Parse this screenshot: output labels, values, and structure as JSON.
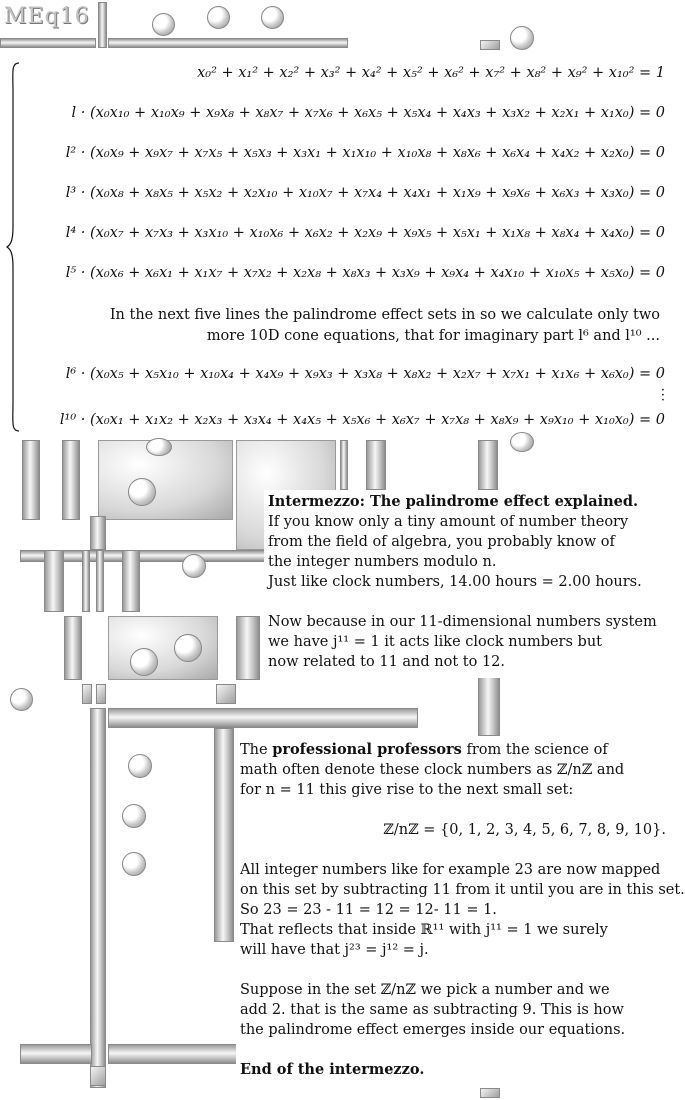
{
  "header": {
    "logo": "MEq16"
  },
  "equations": [
    {
      "prefix": "",
      "body": "x₀² + x₁² + x₂² + x₃² + x₄² + x₅² + x₆² + x₇² + x₈² + x₉² + x₁₀² = 1"
    },
    {
      "prefix": "l ·",
      "body": "(x₀x₁₀ + x₁₀x₉ + x₉x₈ + x₈x₇ + x₇x₆ + x₆x₅ + x₅x₄ + x₄x₃ + x₃x₂ + x₂x₁ + x₁x₀) = 0"
    },
    {
      "prefix": "l² ·",
      "body": "(x₀x₉ + x₉x₇ + x₇x₅ + x₅x₃ + x₃x₁ + x₁x₁₀ + x₁₀x₈ + x₈x₆ + x₆x₄ + x₄x₂ + x₂x₀) = 0"
    },
    {
      "prefix": "l³ ·",
      "body": "(x₀x₈ + x₈x₅ + x₅x₂ + x₂x₁₀ + x₁₀x₇ + x₇x₄ + x₄x₁ + x₁x₉ + x₉x₆ + x₆x₃ + x₃x₀) = 0"
    },
    {
      "prefix": "l⁴ ·",
      "body": "(x₀x₇ + x₇x₃ + x₃x₁₀ + x₁₀x₆ + x₆x₂ + x₂x₉ + x₉x₅ + x₅x₁ + x₁x₈ + x₈x₄ + x₄x₀) = 0"
    },
    {
      "prefix": "l⁵ ·",
      "body": "(x₀x₆ + x₆x₁ + x₁x₇ + x₇x₂ + x₂x₈ + x₈x₃ + x₃x₉ + x₉x₄ + x₄x₁₀ + x₁₀x₅ + x₅x₀) = 0"
    },
    {
      "prefix": "l⁶ ·",
      "body": "(x₀x₅ + x₅x₁₀ + x₁₀x₄ + x₄x₉ + x₉x₃ + x₃x₈ + x₈x₂ + x₂x₇ + x₇x₁ + x₁x₆ + x₆x₀) = 0"
    },
    {
      "prefix": "l¹⁰ ·",
      "body": "(x₀x₁ + x₁x₂ + x₂x₃ + x₃x₄ + x₄x₅ + x₅x₆ + x₆x₇ + x₇x₈ + x₈x₉ + x₉x₁₀ + x₁₀x₀) = 0"
    }
  ],
  "palindrome_note": {
    "line1": "In the next five lines the palindrome effect sets in so we calculate only two",
    "line2": "more 10D cone equations, that for imaginary part l⁶ and l¹⁰ ..."
  },
  "intermezzo": {
    "title": "Intermezzo: The palindrome effect explained.",
    "p1": [
      "If you know only a tiny amount of number theory",
      "from the field of algebra, you probably know of",
      "the integer numbers modulo n.",
      "Just like clock numbers, 14.00 hours = 2.00 hours."
    ],
    "p2": [
      "Now because in our 11-dimensional numbers system",
      "we have j¹¹ = 1 it acts like clock numbers but",
      "now related to 11 and not to 12."
    ]
  },
  "lower": {
    "l1_pre": "The ",
    "l1_bold": "professional professors",
    "l1_post": " from the science of",
    "l2": "math often denote these clock numbers as ℤ/nℤ and",
    "l3": "for n = 11 this give rise to the next small set:",
    "set_eq": "ℤ/nℤ = {0, 1, 2, 3, 4, 5, 6, 7, 8, 9, 10}.",
    "p2": [
      "All integer numbers like for example 23 are now mapped",
      "on this set by subtracting 11 from it until you are in this set.",
      "So 23 = 23 - 11 = 12 = 12- 11 = 1.",
      "That reflects that inside ℝ¹¹ with j¹¹ = 1 we surely",
      "will have that j²³ = j¹² = j."
    ],
    "p3": [
      "Suppose in the set ℤ/nℤ we pick a number and we",
      "add 2. that is the same as subtracting 9. This is how",
      "the palindrome effect emerges inside our equations."
    ],
    "end": "End of the intermezzo."
  }
}
